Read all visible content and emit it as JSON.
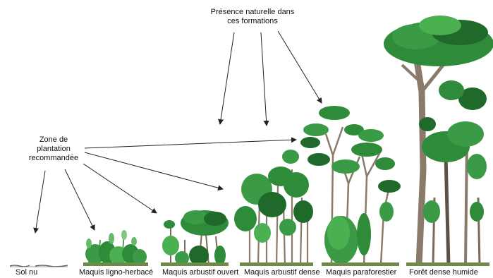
{
  "labels": {
    "presence": [
      "Présence naturelle dans",
      "ces formations"
    ],
    "zone": [
      "Zone de",
      "plantation",
      "recommandée"
    ]
  },
  "stages": [
    "Sol nu",
    "Maquis ligno-herbacé",
    "Maquis arbustif ouvert",
    "Maquis arbustif dense",
    "Maquis paraforestier",
    "Forêt dense humide"
  ],
  "colors": {
    "foliage": "#2e8b3a",
    "foliage_dark": "#1f6a2a",
    "foliage_light": "#4caf50",
    "trunk": "#8a7a6a",
    "trunk_dark": "#5e5248",
    "arrow": "#222222"
  }
}
